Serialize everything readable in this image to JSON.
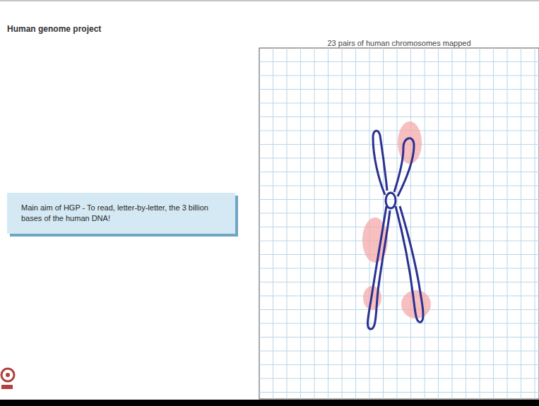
{
  "diagram": {
    "title": "Human genome project",
    "nodes": [
      {
        "text": [
          "Main aim of HGP - To read, letter-by-letter, the 3 billion bases of the human DNA!"
        ]
      }
    ],
    "labels": [
      "23 pairs of human chromosomes mapped"
    ]
  }
}
